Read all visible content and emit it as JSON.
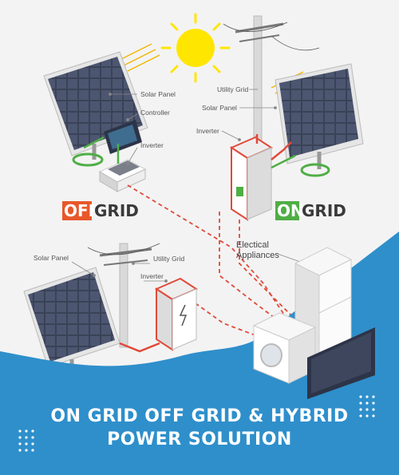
{
  "labels": {
    "offgrid_solar_panel": "Solar Panel",
    "offgrid_controller": "Controller",
    "offgrid_inverter": "Inverter",
    "ongrid_utility_grid": "Utility Grid",
    "ongrid_solar_panel": "Solar Panel",
    "ongrid_inverter": "Inverter",
    "hybrid_solar_panel": "Solar Panel",
    "hybrid_utility_grid": "Utility Grid",
    "hybrid_inverter": "Inverter",
    "appliances_line1": "Electical",
    "appliances_line2": "Appliances"
  },
  "offgrid": {
    "prefix": "OFF",
    "suffix": "GRID"
  },
  "ongrid": {
    "prefix": "ON",
    "suffix": "GRID"
  },
  "banner": {
    "line1": "ON GRID OFF GRID & HYBRID",
    "line2": "POWER SOLUTION"
  },
  "colors": {
    "orange": "#e8572a",
    "green": "#4fae45",
    "banner_blue": "#2f8fcb",
    "cable_red": "#e04a3a",
    "panel_dark": "#2d3448",
    "sun": "#ffe600"
  }
}
